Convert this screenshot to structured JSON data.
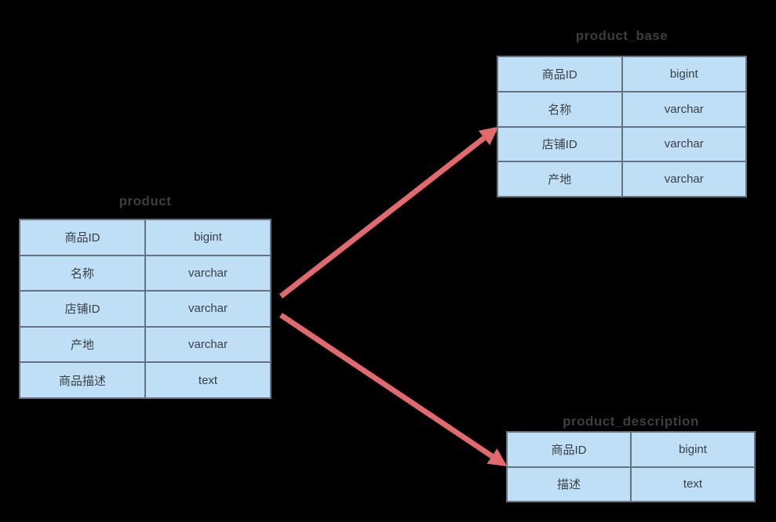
{
  "tables": [
    {
      "id": "product",
      "title": "product",
      "rows": [
        {
          "field": "商品ID",
          "type": "bigint"
        },
        {
          "field": "名称",
          "type": "varchar"
        },
        {
          "field": "店铺ID",
          "type": "varchar"
        },
        {
          "field": "产地",
          "type": "varchar"
        },
        {
          "field": "商品描述",
          "type": "text"
        }
      ]
    },
    {
      "id": "product_base",
      "title": "product_base",
      "rows": [
        {
          "field": "商品ID",
          "type": "bigint"
        },
        {
          "field": "名称",
          "type": "varchar"
        },
        {
          "field": "店铺ID",
          "type": "varchar"
        },
        {
          "field": "产地",
          "type": "varchar"
        }
      ]
    },
    {
      "id": "product_description",
      "title": "product_description",
      "rows": [
        {
          "field": "商品ID",
          "type": "bigint"
        },
        {
          "field": "描述",
          "type": "text"
        }
      ]
    }
  ],
  "relations": [
    {
      "from": "product",
      "to": "product_base"
    },
    {
      "from": "product",
      "to": "product_description"
    }
  ],
  "colors": {
    "background": "#000000",
    "cell_fill": "#bfdff7",
    "border": "#66727f",
    "cell_text": "#3a3f44",
    "title_text": "#3d3d3d",
    "arrow": "#e2696e"
  }
}
